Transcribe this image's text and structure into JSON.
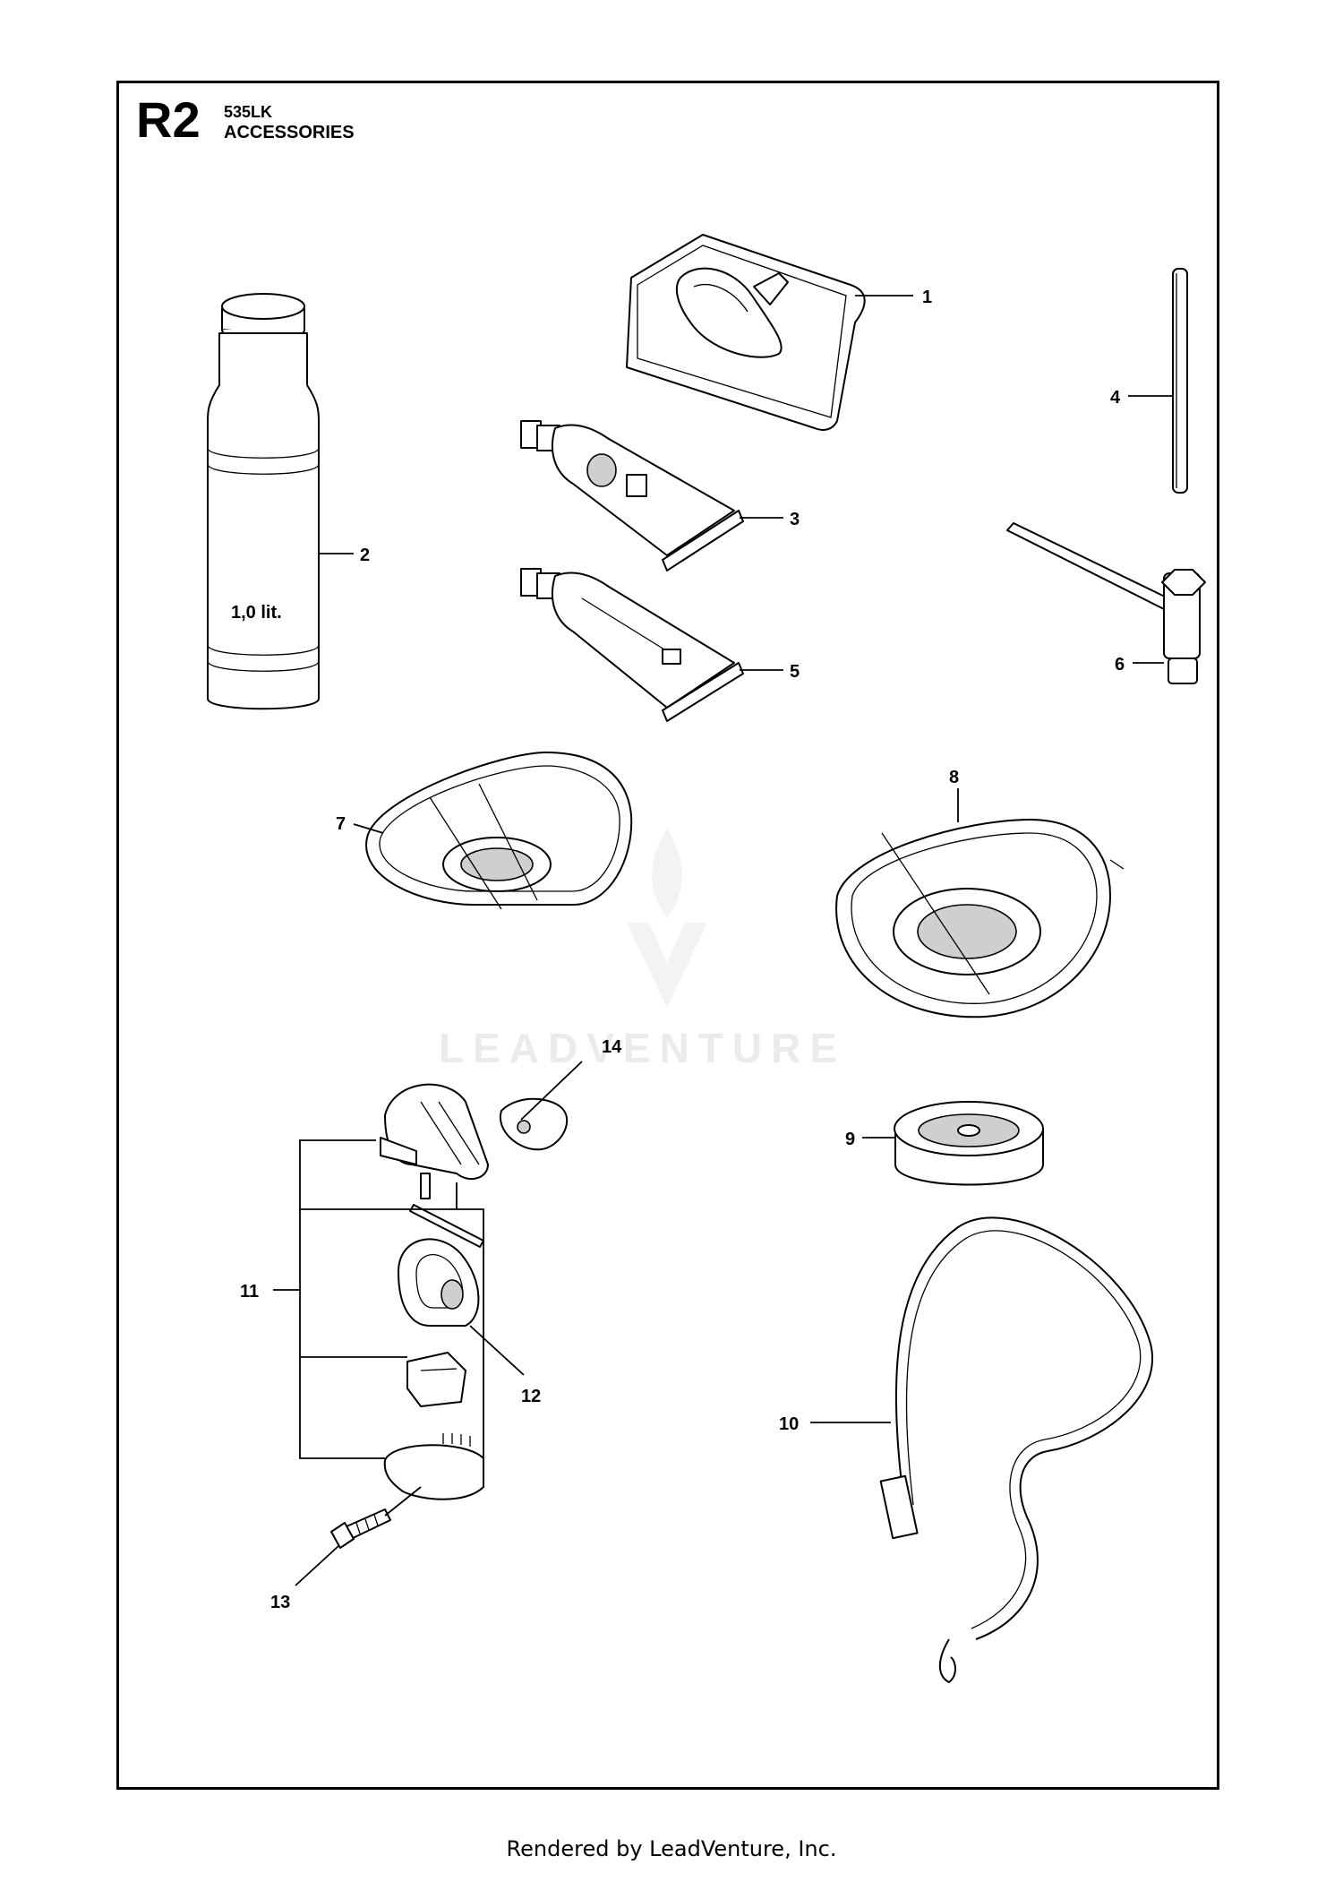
{
  "header": {
    "code": "R2",
    "model": "535LK",
    "section": "ACCESSORIES"
  },
  "bottle_label": "1,0 lit.",
  "watermark": "LEADVENTURE",
  "callouts": [
    "1",
    "2",
    "3",
    "4",
    "5",
    "6",
    "7",
    "8",
    "9",
    "10",
    "11",
    "12",
    "13",
    "14"
  ],
  "footer": "Rendered by LeadVenture, Inc.",
  "colors": {
    "line": "#000000",
    "shade": "#cfcfcf",
    "watermark": "#ebebeb"
  }
}
